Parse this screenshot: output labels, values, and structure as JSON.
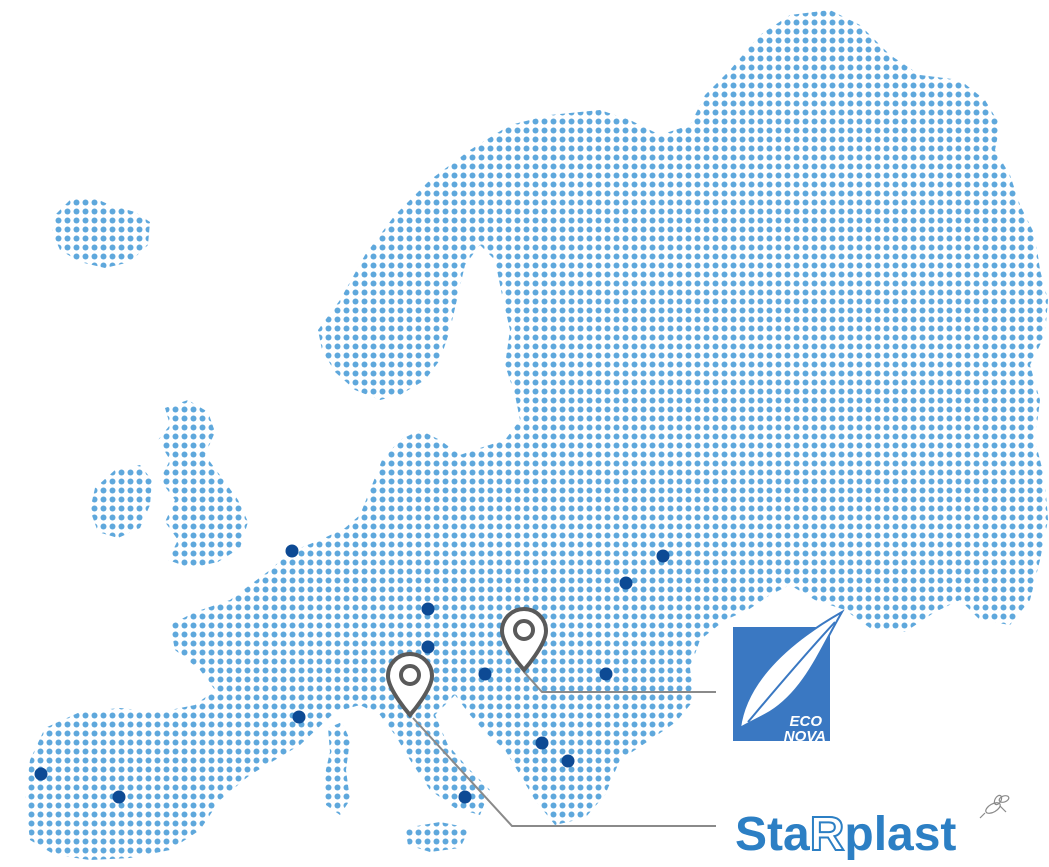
{
  "colors": {
    "land_dots": "#5fa8dc",
    "city_dots": "#0d4a94",
    "pin_outline": "#5a5a5a",
    "connector": "#8a8a8a",
    "econova_blue": "#3a78c2",
    "starplast_blue": "#2c7fc4"
  },
  "icons": {
    "location_pin": "location-pin-icon",
    "city_marker": "city-dot-icon",
    "econova_logo": "leaf-logo-icon",
    "starplast_bee": "bee-icon"
  },
  "logos": {
    "econova": {
      "line1": "ECO",
      "line2": "NOVA"
    },
    "starplast": {
      "part1": "Sta",
      "part2": "R",
      "part3": "plast"
    }
  }
}
